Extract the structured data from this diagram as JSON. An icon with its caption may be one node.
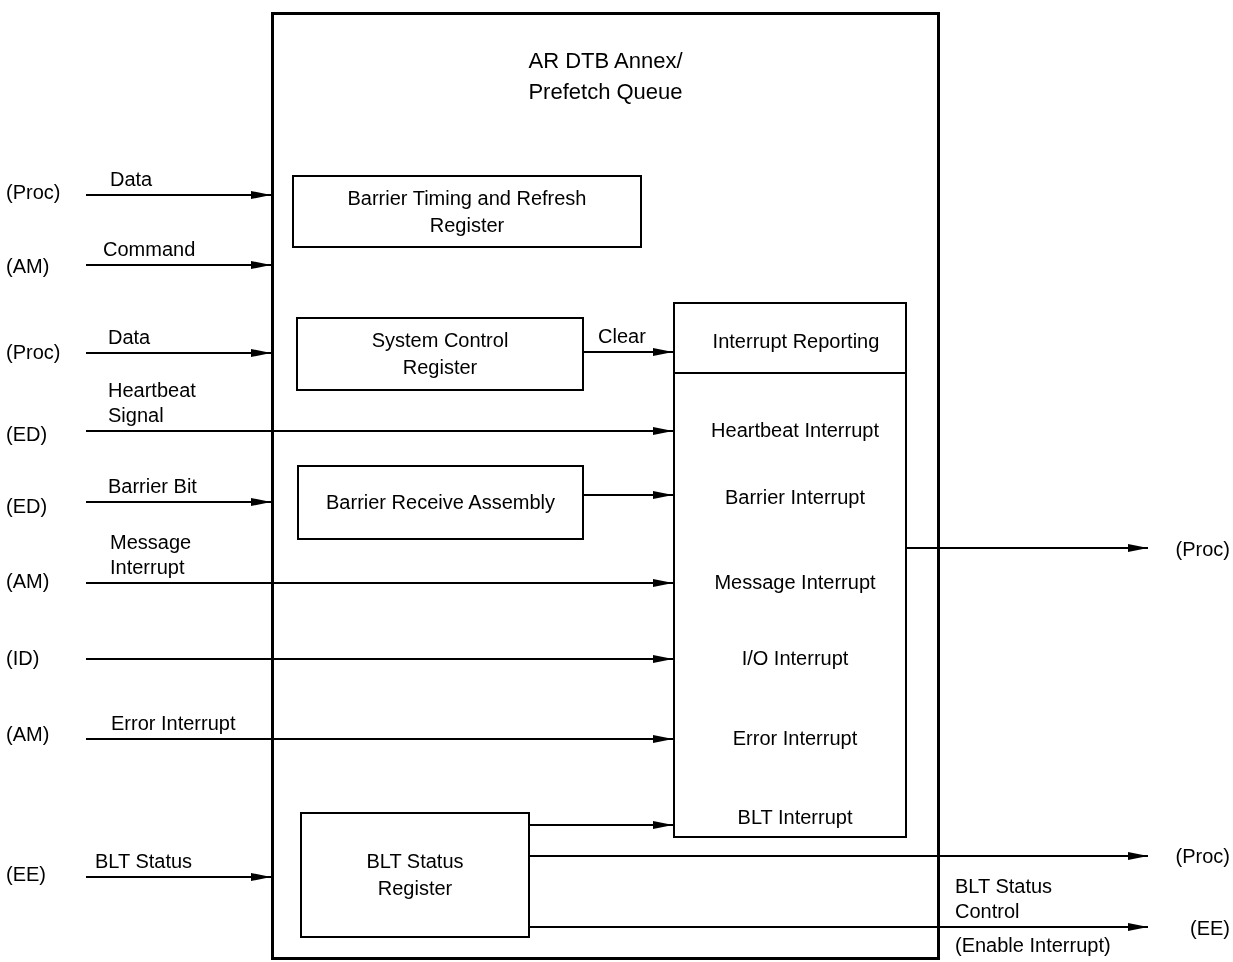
{
  "diagram": {
    "nodes": [
      {
        "text": [
          "AR DTB Annex/ Prefetch Queue"
        ]
      },
      {
        "text": [
          "Barrier Timing and Refresh Register"
        ],
        "in": 0
      },
      {
        "text": [
          "System Control Register"
        ],
        "in": 0
      },
      {
        "text": [
          "Interrupt Reporting",
          "Heartbeat Interrupt",
          "Barrier Interrupt",
          "Message Interrupt",
          "I/O Interrupt",
          "Error Interrupt",
          "BLT Interrupt"
        ],
        "in": 0
      },
      {
        "text": [
          "Barrier Receive Assembly"
        ],
        "in": 0
      },
      {
        "text": [
          "BLT Status Register"
        ],
        "in": 0
      },
      {
        "text": [
          "(Proc)"
        ]
      },
      {
        "text": [
          "(AM)"
        ]
      },
      {
        "text": [
          "(Proc)"
        ]
      },
      {
        "text": [
          "(ED)"
        ]
      },
      {
        "text": [
          "(ED)"
        ]
      },
      {
        "text": [
          "(AM)"
        ]
      },
      {
        "text": [
          "(ID)"
        ]
      },
      {
        "text": [
          "(AM)"
        ]
      },
      {
        "text": [
          "(EE)"
        ]
      },
      {
        "text": [
          "(Proc)"
        ]
      },
      {
        "text": [
          "(Proc)"
        ]
      },
      {
        "text": [
          "(EE)"
        ]
      }
    ],
    "edges": [
      {
        "from": 6,
        "to": 0,
        "arrow": "to",
        "label": "Data"
      },
      {
        "from": 7,
        "to": 0,
        "arrow": "to",
        "label": "Command"
      },
      {
        "from": 8,
        "to": 0,
        "arrow": "to",
        "label": "Data"
      },
      {
        "from": 9,
        "to": 3,
        "arrow": "to",
        "label": "Heartbeat Signal"
      },
      {
        "from": 10,
        "to": 0,
        "arrow": "to",
        "label": "Barrier Bit"
      },
      {
        "from": 11,
        "to": 3,
        "arrow": "to",
        "label": "Message Interrupt"
      },
      {
        "from": 12,
        "to": 3,
        "arrow": "to"
      },
      {
        "from": 13,
        "to": 3,
        "arrow": "to",
        "label": "Error Interrupt"
      },
      {
        "from": 14,
        "to": 0,
        "arrow": "to",
        "label": "BLT Status"
      },
      {
        "from": 2,
        "to": 3,
        "arrow": "to",
        "label": "Clear"
      },
      {
        "from": 4,
        "to": 3,
        "arrow": "to"
      },
      {
        "from": 5,
        "to": 3,
        "arrow": "to"
      },
      {
        "from": 3,
        "to": 15,
        "arrow": "to"
      },
      {
        "from": 5,
        "to": 16,
        "arrow": "to"
      },
      {
        "from": 5,
        "to": 17,
        "arrow": "to",
        "label": "BLT Status Control"
      }
    ],
    "labels": [
      "(Enable Interrupt)"
    ]
  }
}
